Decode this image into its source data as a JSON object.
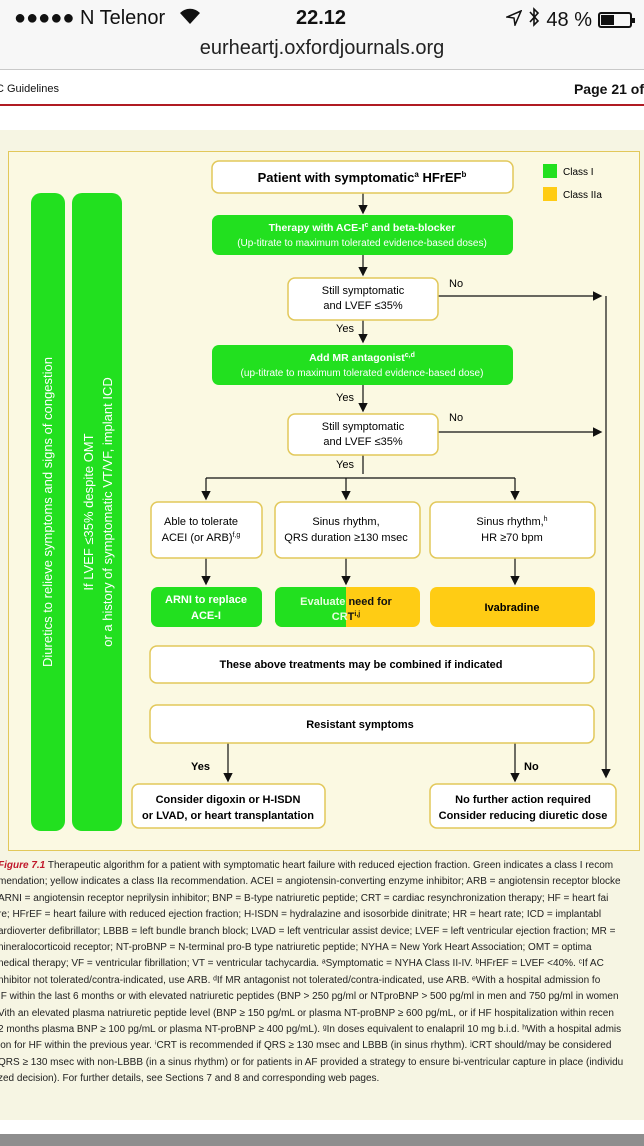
{
  "status_bar": {
    "carrier": "●●●●● N Telenor",
    "time": "22.12",
    "battery": "48 %",
    "battery_level": 0.48
  },
  "browser": {
    "url": "eurheartj.oxfordjournals.org"
  },
  "page_header": {
    "left": "C Guidelines",
    "right": "Page 21 of"
  },
  "legend": [
    {
      "label": "Class I",
      "color": "#22e01f"
    },
    {
      "label": "Class IIa",
      "color": "#ffcc14"
    }
  ],
  "colors": {
    "green": "#22e01f",
    "yellow": "#ffcc14",
    "frame": "#e2c85a",
    "background": "#fbf9e2"
  },
  "side_bars": {
    "diuretics": "Diuretics to relieve symptoms and signs of congestion",
    "icd_line1": "If LVEF ≤35% despite OMT",
    "icd_line2": "or a history of symptomatic VT/VF, implant ICD"
  },
  "flow": {
    "start": {
      "pre": "Patient with symptomatic",
      "sup1": "a",
      "mid": " HFrEF",
      "sup2": "b"
    },
    "ace": {
      "line1_pre": "Therapy with ACE-I",
      "line1_sup": "c",
      "line1_post": " and beta-blocker",
      "line2": "(Up-titrate to maximum tolerated evidence-based doses)"
    },
    "check1": {
      "line1": "Still symptomatic",
      "line2": "and LVEF ≤35%"
    },
    "mra": {
      "line1_pre": "Add MR antagonist",
      "line1_sup": "c,d",
      "line2": "(up-titrate to maximum tolerated evidence-based dose)"
    },
    "check2": {
      "line1": "Still symptomatic",
      "line2": "and LVEF ≤35%"
    },
    "yes": "Yes",
    "no": "No",
    "tolerate": {
      "line1": "Able to tolerate",
      "line2_pre": "ACEI (or ARB)",
      "line2_sup": "f,g"
    },
    "sinus_qrs": {
      "line1": "Sinus rhythm,",
      "line2": "QRS duration ≥130 msec"
    },
    "sinus_hr": {
      "line1_pre": "Sinus rhythm,",
      "line1_sup": "h",
      "line2": "HR ≥70 bpm"
    },
    "arni": {
      "line1": "ARNI to replace",
      "line2": "ACE-I"
    },
    "crt": {
      "line1_left": "Evaluate",
      "line1_right": " need for",
      "line2_left": "CR",
      "line2_right": "T",
      "line2_sup": "i,j"
    },
    "ivabradine": "Ivabradine",
    "combined": "These above treatments may be combined if indicated",
    "resistant": "Resistant symptoms",
    "digoxin": {
      "line1": "Consider digoxin or H-ISDN",
      "line2": "or LVAD, or heart transplantation"
    },
    "no_further": {
      "line1": "No further action required",
      "line2": "Consider reducing diuretic dose"
    }
  },
  "caption": {
    "label": "Figure 7.1",
    "lines": [
      " Therapeutic algorithm for a patient with symptomatic heart failure with reduced ejection fraction. Green indicates a class I recom",
      "mendation; yellow indicates a class IIa recommendation. ACEI = angiotensin-converting enzyme inhibitor; ARB = angiotensin receptor blocke",
      "ARNI = angiotensin receptor neprilysin inhibitor; BNP = B-type natriuretic peptide; CRT = cardiac resynchronization therapy; HF = heart fai",
      "re; HFrEF = heart failure with reduced ejection fraction; H-ISDN = hydralazine and isosorbide dinitrate; HR = heart rate; ICD = implantabl",
      "ardioverter defibrillator; LBBB = left bundle branch block; LVAD = left ventricular assist device; LVEF = left ventricular ejection fraction; MR =",
      "nineralocorticoid receptor; NT-proBNP = N-terminal pro-B type natriuretic peptide; NYHA = New York Heart Association; OMT = optima",
      "nedical therapy; VF = ventricular fibrillation; VT = ventricular tachycardia. ᵃSymptomatic = NYHA Class II-IV. ᵇHFrEF = LVEF <40%. ᶜIf AC",
      "nhibitor not tolerated/contra-indicated, use ARB. ᵈIf MR antagonist not tolerated/contra-indicated, use ARB. ᵉWith a hospital admission fo",
      "IF within the last 6 months or with elevated natriuretic peptides (BNP > 250 pg/ml or NTproBNP > 500 pg/ml in men and 750 pg/ml in women",
      "Vith an elevated plasma natriuretic peptide level (BNP ≥ 150 pg/mL or plasma NT-proBNP ≥ 600 pg/mL, or if HF hospitalization within recen",
      "2 months plasma BNP ≥ 100 pg/mL or plasma NT-proBNP ≥ 400 pg/mL). ᵍIn doses equivalent to enalapril 10 mg b.i.d. ʰWith a hospital admis",
      "ion for HF within the previous year. ⁱCRT is recommended if QRS ≥ 130 msec and LBBB (in sinus rhythm). ʲCRT should/may be considered",
      "QRS ≥ 130 msec with non-LBBB (in a sinus rhythm) or for patients in AF provided a strategy to ensure bi-ventricular capture in place (individu",
      "zed decision). For further details, see Sections 7 and 8 and corresponding web pages."
    ]
  }
}
